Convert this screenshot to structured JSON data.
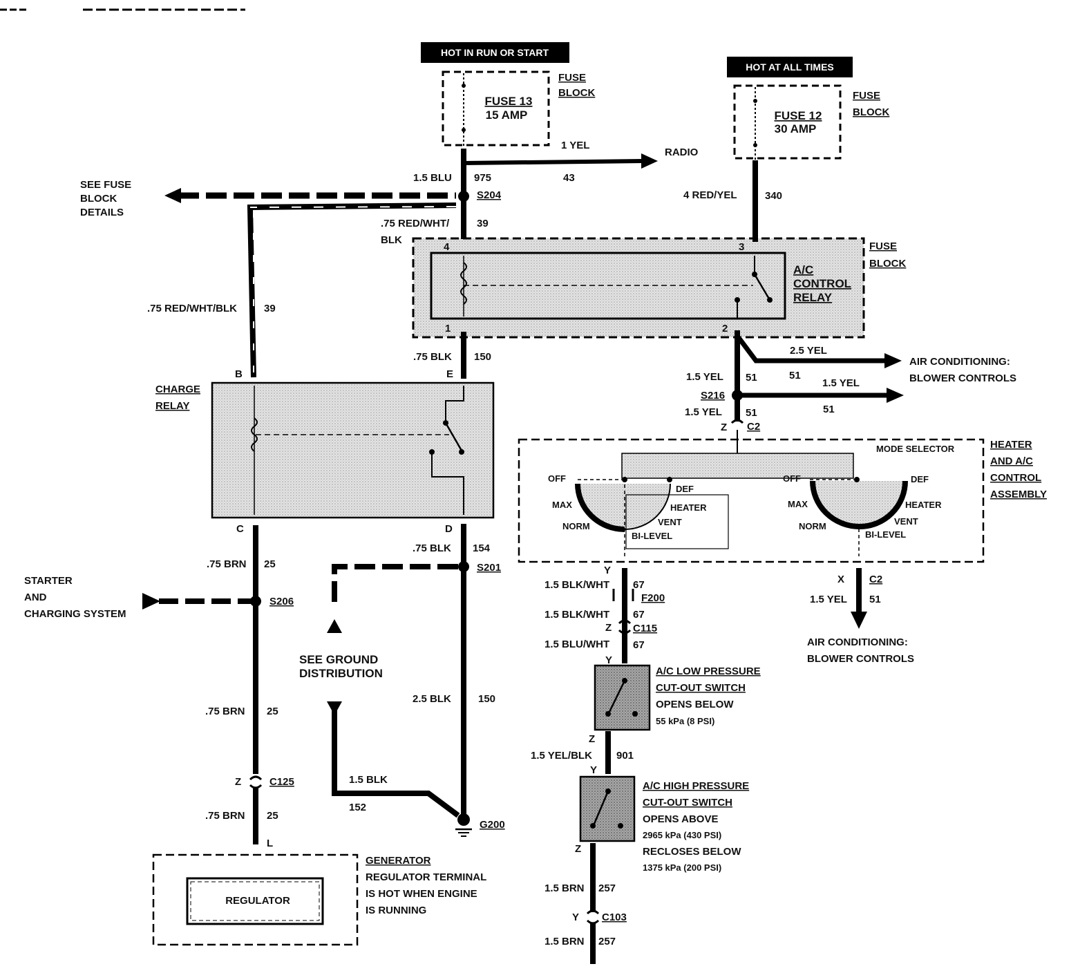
{
  "header_rule": "—— ——————————",
  "sources": {
    "hot_run": "HOT IN RUN OR START",
    "hot_all": "HOT AT ALL TIMES"
  },
  "fuse13": {
    "name": "FUSE 13",
    "rating": "15 AMP",
    "block_a": "FUSE",
    "block_b": "BLOCK"
  },
  "fuse12": {
    "name": "FUSE 12",
    "rating": "30 AMP",
    "block_a": "FUSE",
    "block_b": "BLOCK"
  },
  "radio": {
    "wire": "1 YEL",
    "circuit": "43",
    "label": "RADIO"
  },
  "s204": {
    "id": "S204",
    "in_wire": "1.5 BLU",
    "in_circuit": "975",
    "out_wire_a": ".75 RED/WHT/",
    "out_wire_b": "BLK",
    "out_circuit": "39"
  },
  "see_fuse": [
    "SEE FUSE",
    "BLOCK",
    "DETAILS"
  ],
  "left_feed": {
    "wire": ".75 RED/WHT/BLK",
    "circuit": "39"
  },
  "fuse12_out": {
    "wire": "4 RED/YEL",
    "circuit": "340"
  },
  "ac_relay": {
    "label": [
      "A/C",
      "CONTROL",
      "RELAY"
    ],
    "block_a": "FUSE",
    "block_b": "BLOCK",
    "pin4": "4",
    "pin3": "3",
    "pin1": "1",
    "pin2": "2"
  },
  "relay_out": {
    "wire": ".75 BLK",
    "circuit": "150"
  },
  "blower_top": {
    "wire": "2.5 YEL",
    "circuit": "51",
    "label_a": "AIR CONDITIONING:",
    "label_b": "BLOWER CONTROLS"
  },
  "s216": {
    "id": "S216",
    "in_wire": "1.5 YEL",
    "in_circuit": "51",
    "out_wire": "1.5 YEL",
    "out_circuit": "51",
    "branch_circuit": "51",
    "below_wire": "1.5 YEL",
    "below_circuit": "51",
    "conn_pin": "Z",
    "conn": "C2"
  },
  "charge_relay": {
    "label_a": "CHARGE",
    "label_b": "RELAY",
    "pinB": "B",
    "pinE": "E",
    "pinC": "C",
    "pinD": "D"
  },
  "heater": {
    "mode": "MODE SELECTOR",
    "label": [
      "HEATER",
      "AND A/C",
      "CONTROL",
      "ASSEMBLY"
    ],
    "left": {
      "off": "OFF",
      "def": "DEF",
      "max": "MAX",
      "heater": "HEATER",
      "vent": "VENT",
      "norm": "NORM",
      "bilevel": "BI-LEVEL"
    },
    "right": {
      "off": "OFF",
      "def": "DEF",
      "max": "MAX",
      "heater": "HEATER",
      "vent": "VENT",
      "norm": "NORM",
      "bilevel": "BI-LEVEL"
    }
  },
  "left_chain": {
    "pinY": "Y",
    "w1": "1.5 BLK/WHT",
    "c1": "67",
    "conn1": "F200",
    "w2": "1.5 BLK/WHT",
    "c2": "67",
    "pinZ": "Z",
    "conn2": "C115",
    "w3": "1.5 BLU/WHT",
    "c3": "67",
    "pinY2": "Y"
  },
  "right_out": {
    "pinX": "X",
    "conn": "C2",
    "wire": "1.5 YEL",
    "circuit": "51",
    "label_a": "AIR CONDITIONING:",
    "label_b": "BLOWER CONTROLS"
  },
  "low_switch": {
    "title_a": "A/C LOW PRESSURE",
    "title_b": "CUT-OUT SWITCH",
    "d1": "OPENS BELOW",
    "d2": "55 kPa (8 PSI)",
    "pinZ": "Z"
  },
  "mid_wire": {
    "wire": "1.5 YEL/BLK",
    "circuit": "901",
    "pinY": "Y"
  },
  "high_switch": {
    "title_a": "A/C HIGH PRESSURE",
    "title_b": "CUT-OUT SWITCH",
    "d1": "OPENS ABOVE",
    "d2": "2965 kPa (430 PSI)",
    "d3": "RECLOSES BELOW",
    "d4": "1375 kPa (200 PSI)",
    "pinZ": "Z"
  },
  "bottom_chain": {
    "w1": "1.5 BRN",
    "c1": "257",
    "pinY": "Y",
    "conn": "C103",
    "w2": "1.5 BRN",
    "c2": "257"
  },
  "charge_out": {
    "w1": ".75 BRN",
    "c1": "25",
    "s206": "S206",
    "starter": [
      "STARTER",
      "AND",
      "CHARGING SYSTEM"
    ],
    "w2": ".75 BRN",
    "c2": "25",
    "pinZ": "Z",
    "conn": "C125",
    "w3": ".75 BRN",
    "c3": "25",
    "pinL": "L"
  },
  "regulator": {
    "label": "REGULATOR",
    "note": [
      "GENERATOR",
      "REGULATOR TERMINAL",
      "IS HOT WHEN ENGINE",
      "IS RUNNING"
    ]
  },
  "ground": {
    "w1": ".75 BLK",
    "c1": "154",
    "s201": "S201",
    "see": [
      "SEE GROUND",
      "DISTRIBUTION"
    ],
    "w2": "2.5 BLK",
    "c2": "150",
    "w3": "1.5 BLK",
    "c3": "152",
    "g200": "G200"
  }
}
